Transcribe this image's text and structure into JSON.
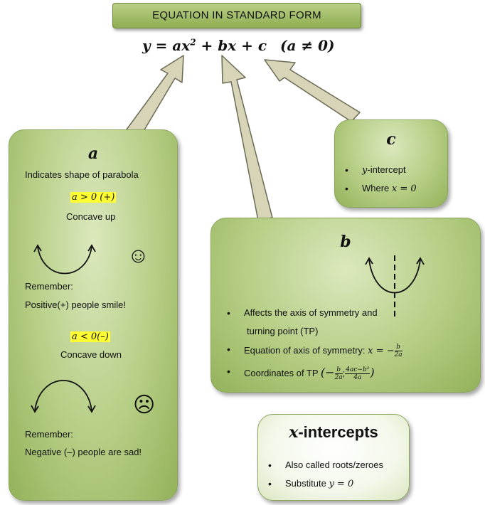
{
  "title": "EQUATION IN STANDARD FORM",
  "equation": {
    "main_before": "y = ax",
    "exponent": "2",
    "main_after": " + bx + c",
    "condition": "(a ≠ 0)"
  },
  "box_a": {
    "heading": "a",
    "subtitle": "Indicates shape of parabola",
    "positive_condition": "a > 0 (+)",
    "positive_label": "Concave up",
    "positive_face": "☺",
    "remember_1": "Remember:",
    "remember_1_text": "Positive(+) people smile!",
    "negative_condition": "a < 0(–)",
    "negative_label": "Concave down",
    "negative_face": "☹",
    "remember_2": "Remember:",
    "remember_2_text": "Negative (–) people are sad!"
  },
  "box_b": {
    "heading": "b",
    "bullet_1_line1": "Affects the axis of symmetry and",
    "bullet_1_line2": "turning point (TP)",
    "bullet_2_prefix": "Equation of axis of symmetry: ",
    "bullet_2_eq": "x = −",
    "frac1_num": "b",
    "frac1_den": "2a",
    "bullet_3_prefix": "Coordinates of TP ",
    "tp_open": "(−",
    "tp_sep": ";",
    "frac2_num": "4ac−b²",
    "frac2_den": "4a",
    "tp_close": ")"
  },
  "box_c": {
    "heading": "c",
    "bullet_1_var": "y",
    "bullet_1_text": "-intercept",
    "bullet_2_text": "Where ",
    "bullet_2_eq": "x = 0"
  },
  "box_x": {
    "heading_var": "x",
    "heading_text": "-intercepts",
    "bullet_1": "Also called roots/zeroes",
    "bullet_2_text": "Substitute ",
    "bullet_2_eq": "y = 0"
  },
  "colors": {
    "box_green": "#b5cd84",
    "arrow_fill": "#d8d4b8",
    "highlight": "#ffff33"
  }
}
